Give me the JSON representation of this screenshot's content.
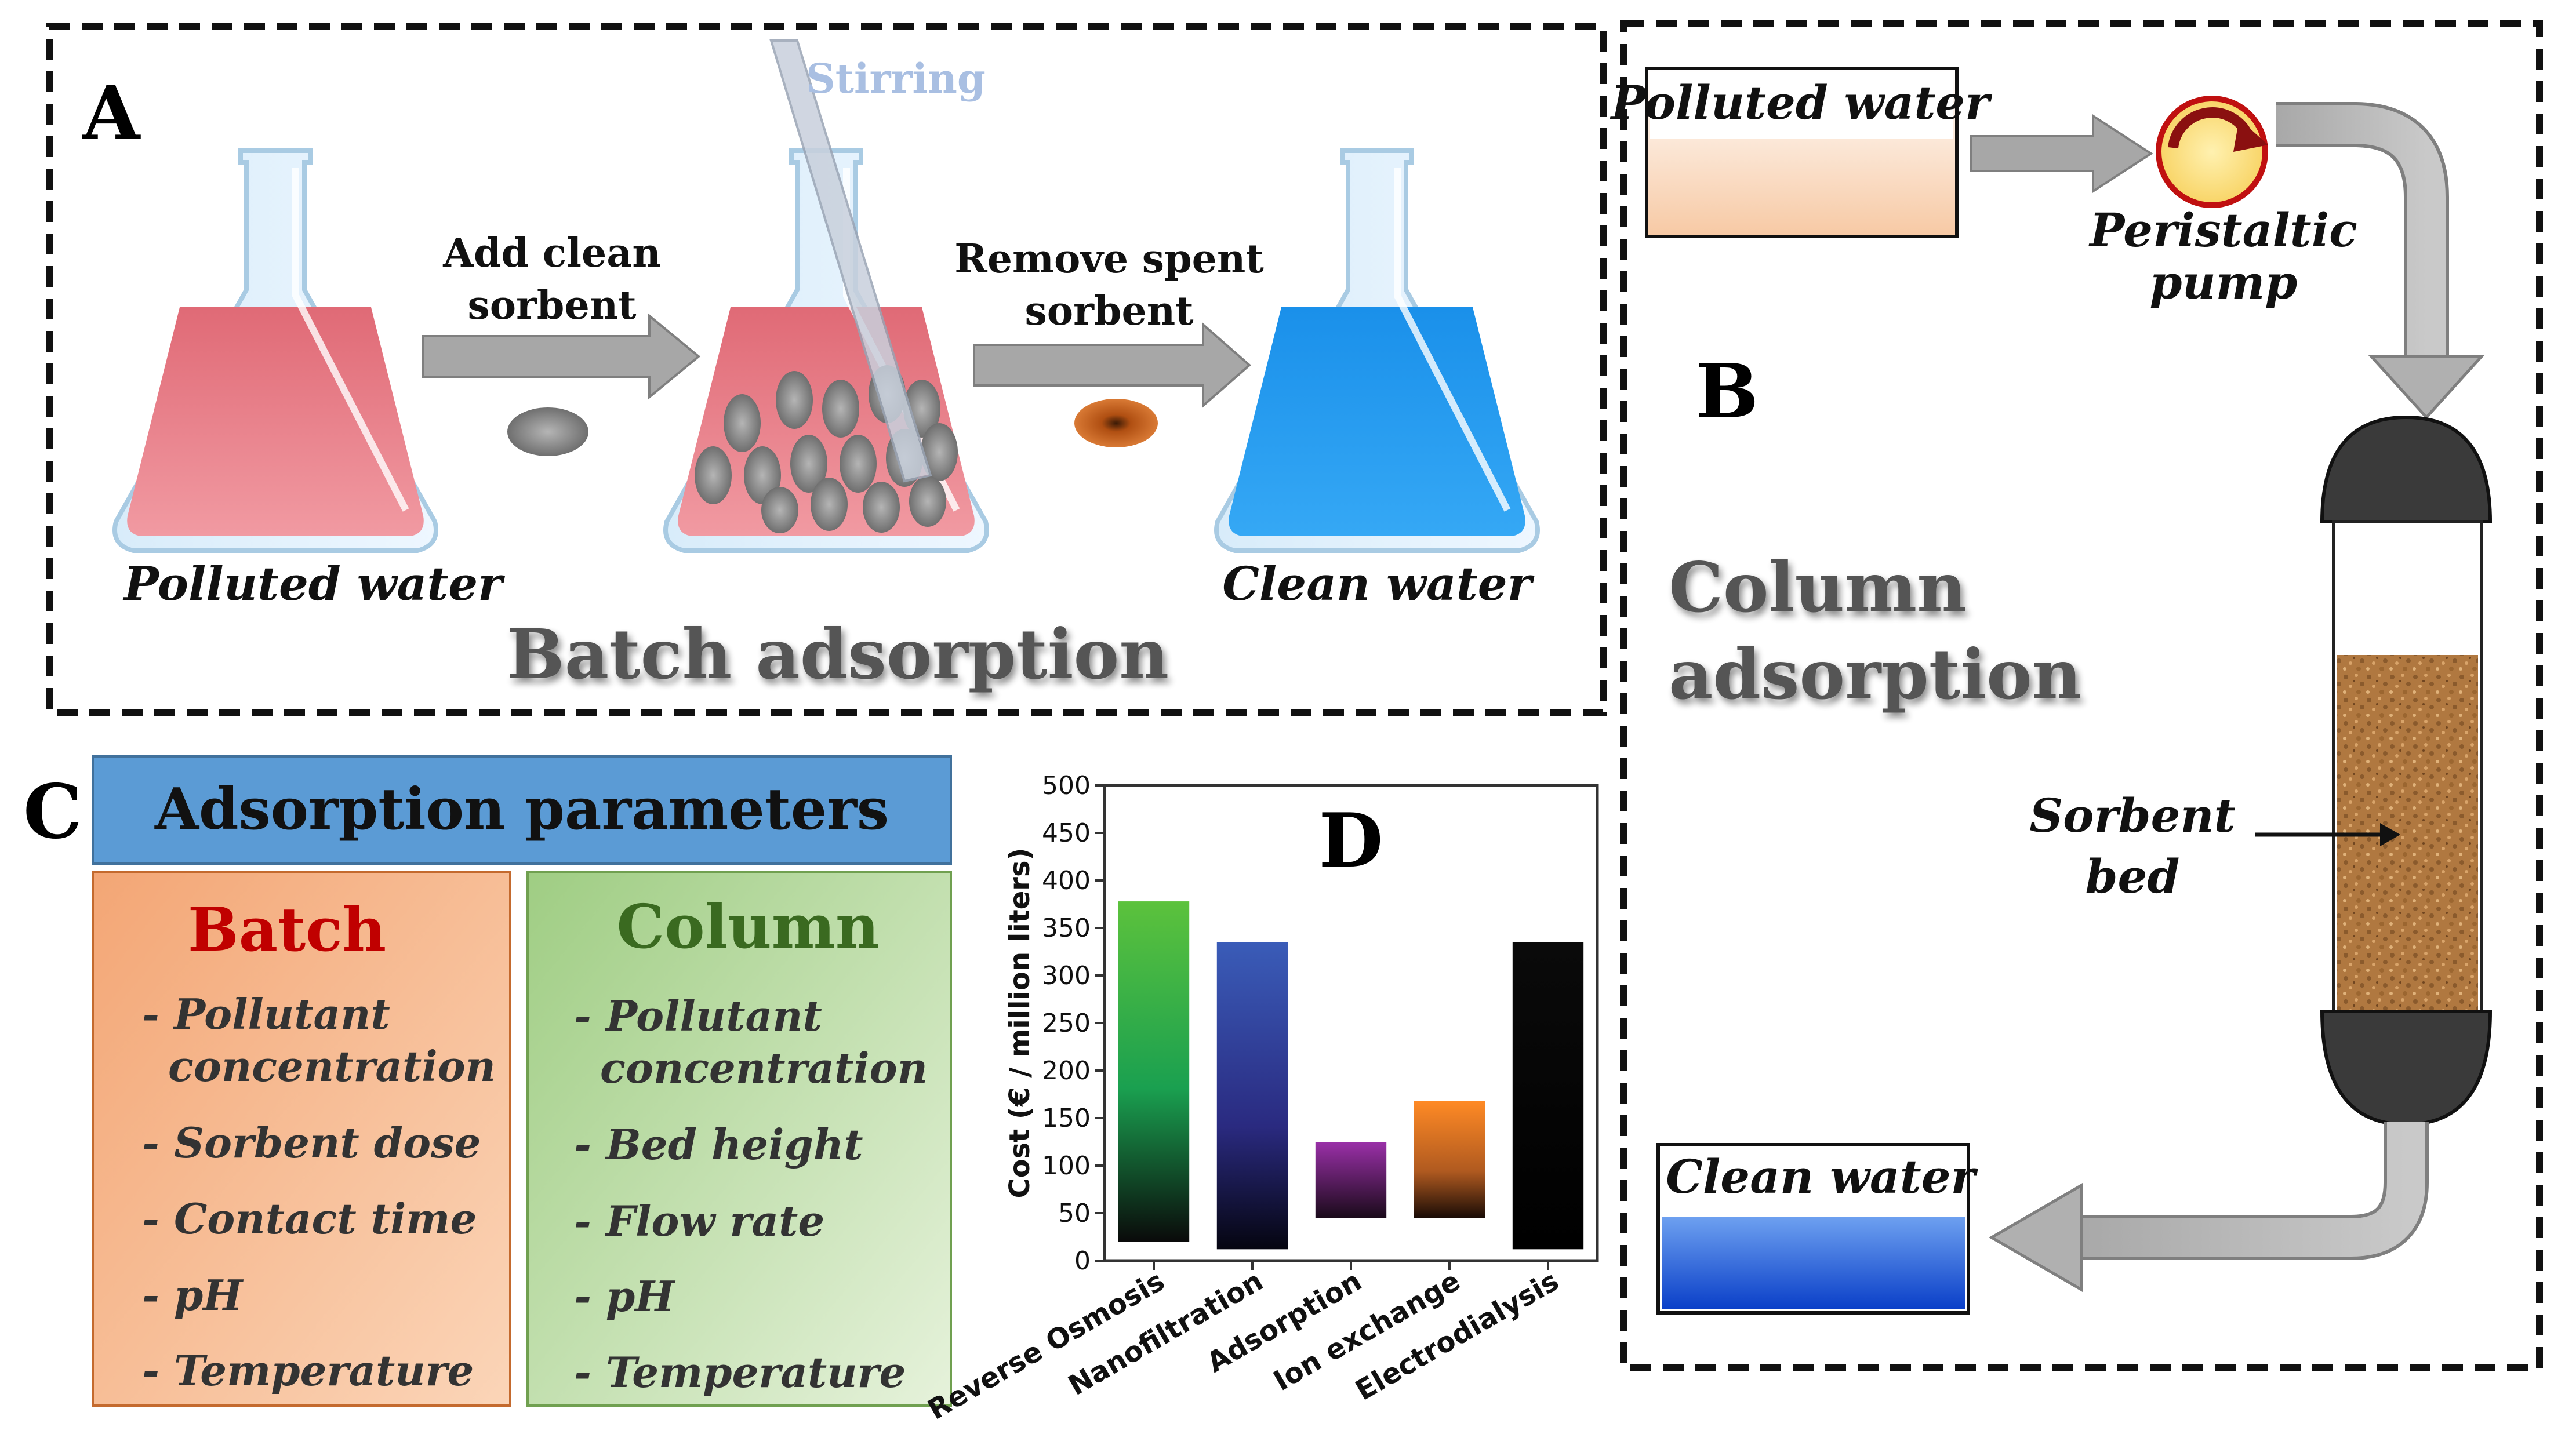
{
  "panel_a": {
    "letter": "A",
    "stirring_label": "Stirring",
    "step1_label_line1": "Add clean",
    "step1_label_line2": "sorbent",
    "step2_label_line1": "Remove spent",
    "step2_label_line2": "sorbent",
    "polluted_caption": "Polluted water",
    "clean_caption": "Clean water",
    "title": "Batch adsorption",
    "colors": {
      "polluted": "#e0707a",
      "clean": "#1a8fe8",
      "clean_sorbent": "#808080",
      "spent_sorbent": "#c05a1a"
    }
  },
  "panel_b": {
    "letter": "B",
    "polluted_box_label": "Polluted water",
    "pump_label_line1": "Peristaltic",
    "pump_label_line2": "pump",
    "title_line1": "Column",
    "title_line2": "adsorption",
    "sorbent_label_line1": "Sorbent",
    "sorbent_label_line2": "bed",
    "clean_box_label": "Clean water",
    "colors": {
      "pump": "#ffe080",
      "pump_ring": "#d01010",
      "cap": "#3a3a3a",
      "bed": "#b07840",
      "clean": "#1e6fe0"
    }
  },
  "panel_c": {
    "letter": "C",
    "header": "Adsorption parameters",
    "batch": {
      "title": "Batch",
      "items": [
        "- Pollutant",
        "concentration",
        "- Sorbent dose",
        "- Contact time",
        "- pH",
        "- Temperature"
      ]
    },
    "column": {
      "title": "Column",
      "items": [
        "- Pollutant",
        "concentration",
        "- Bed height",
        "- Flow rate",
        "- pH",
        "- Temperature"
      ]
    },
    "colors": {
      "header": "#5b9bd5",
      "batch_bg": "#f4b183",
      "batch_title": "#c00000",
      "column_bg": "#a9d18e",
      "column_title": "#3a6a20"
    }
  },
  "chart_data": {
    "type": "bar",
    "letter": "D",
    "categories": [
      "Reverse Osmosis",
      "Nanofiltration",
      "Adsorption",
      "Ion exchange",
      "Electrodialysis"
    ],
    "ranges": [
      [
        20,
        378
      ],
      [
        12,
        335
      ],
      [
        45,
        125
      ],
      [
        45,
        168
      ],
      [
        12,
        335
      ]
    ],
    "colors": [
      "#3cb83c",
      "#3050b0",
      "#8a2a9a",
      "#f08020",
      "#000000"
    ],
    "ylabel": "Cost (€ / million liters)",
    "ylim": [
      0,
      500
    ],
    "yticks": [
      "0",
      "50",
      "100",
      "150",
      "200",
      "250",
      "300",
      "350",
      "400",
      "450",
      "500"
    ],
    "grid": false
  }
}
